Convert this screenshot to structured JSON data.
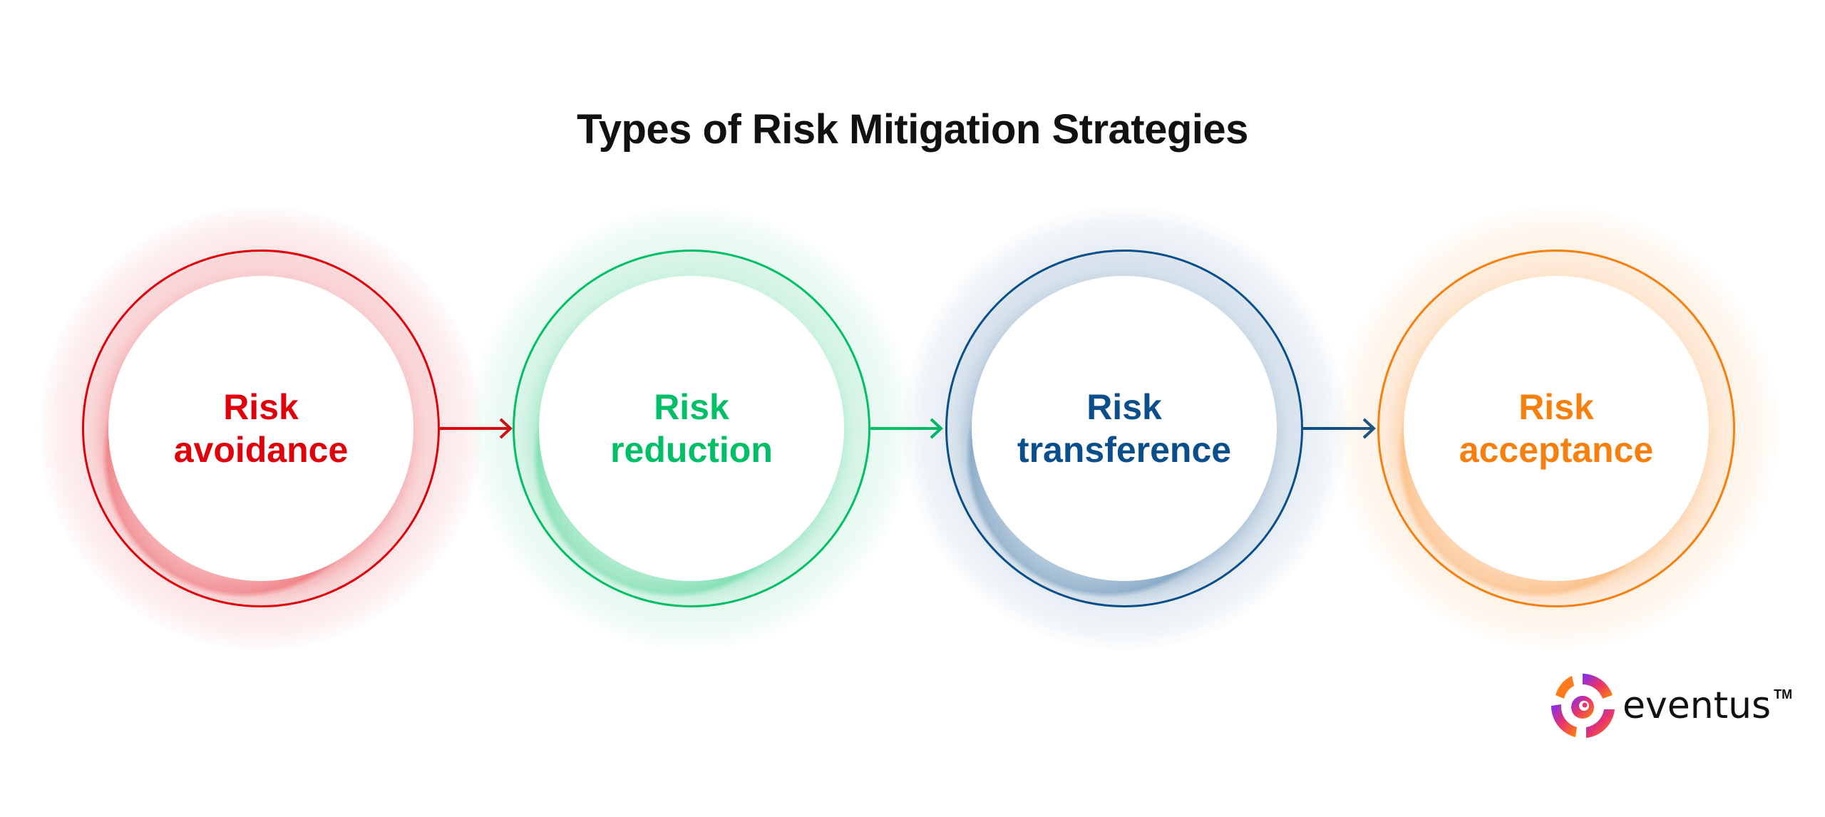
{
  "title": "Types of Risk Mitigation Strategies",
  "steps": [
    {
      "line1": "Risk",
      "line2": "avoidance",
      "color": "#e0000b"
    },
    {
      "line1": "Risk",
      "line2": "reduction",
      "color": "#00bf66"
    },
    {
      "line1": "Risk",
      "line2": "transference",
      "color": "#0a4f8c"
    },
    {
      "line1": "Risk",
      "line2": "acceptance",
      "color": "#f77f0e"
    }
  ],
  "logo": {
    "name": "eventus",
    "tm": "TM"
  }
}
